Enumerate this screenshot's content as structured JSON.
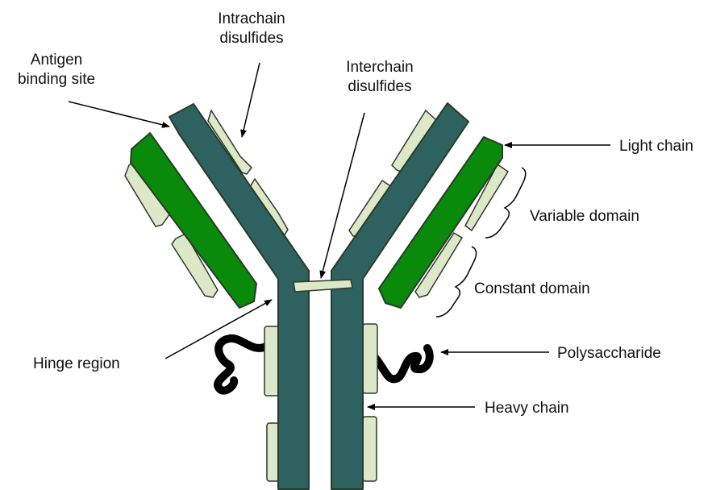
{
  "labels": {
    "intrachain_1": "Intrachain",
    "intrachain_2": "disulfides",
    "antigen_1": "Antigen",
    "antigen_2": "binding site",
    "interchain_1": "Interchain",
    "interchain_2": "disulfides",
    "light_chain": "Light chain",
    "variable_domain": "Variable domain",
    "constant_domain": "Constant domain",
    "hinge_region": "Hinge region",
    "polysaccharide": "Polysaccharide",
    "heavy_chain": "Heavy chain"
  },
  "colors": {
    "heavy_chain": "#2e6260",
    "light_chain": "#0a8a0a",
    "disulfide": "#dde8c8",
    "polysaccharide": "#000000",
    "outline": "#2a3a2a"
  }
}
